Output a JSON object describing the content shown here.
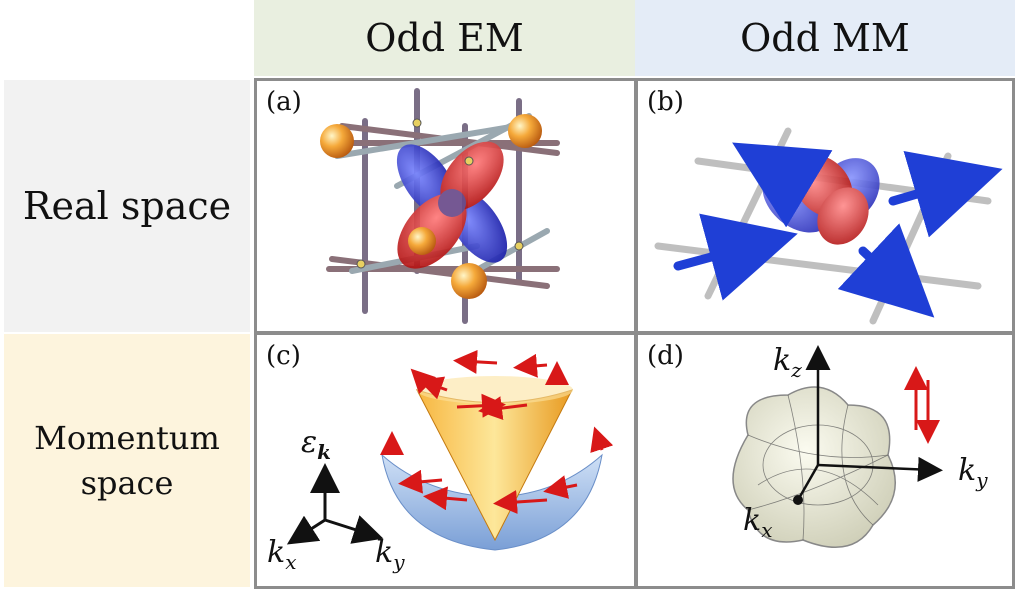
{
  "header": {
    "col1": "Odd EM",
    "col2": "Odd MM"
  },
  "rows": {
    "real": "Real space",
    "momentum_line1": "Momentum",
    "momentum_line2": "space"
  },
  "panels": {
    "a": "(a)",
    "b": "(b)",
    "c": "(c)",
    "d": "(d)"
  },
  "axes": {
    "c": {
      "energy": "ε",
      "energy_sub": "k",
      "x": "k",
      "x_sub": "x",
      "y": "k",
      "y_sub": "y"
    },
    "d": {
      "z": "k",
      "z_sub": "z",
      "x": "k",
      "x_sub": "x",
      "y": "k",
      "y_sub": "y"
    }
  },
  "colors": {
    "header_em": "#e9efe0",
    "header_mm": "#e4ecf7",
    "row_real": "#f2f2f2",
    "row_momentum": "#fdf4dd",
    "lobe_red": "#d42a2a",
    "lobe_blue": "#2a35d4",
    "atom_orange": "#f0962a",
    "spin_arrow_blue": "#1f3fd6",
    "spin_red": "#e02020"
  }
}
